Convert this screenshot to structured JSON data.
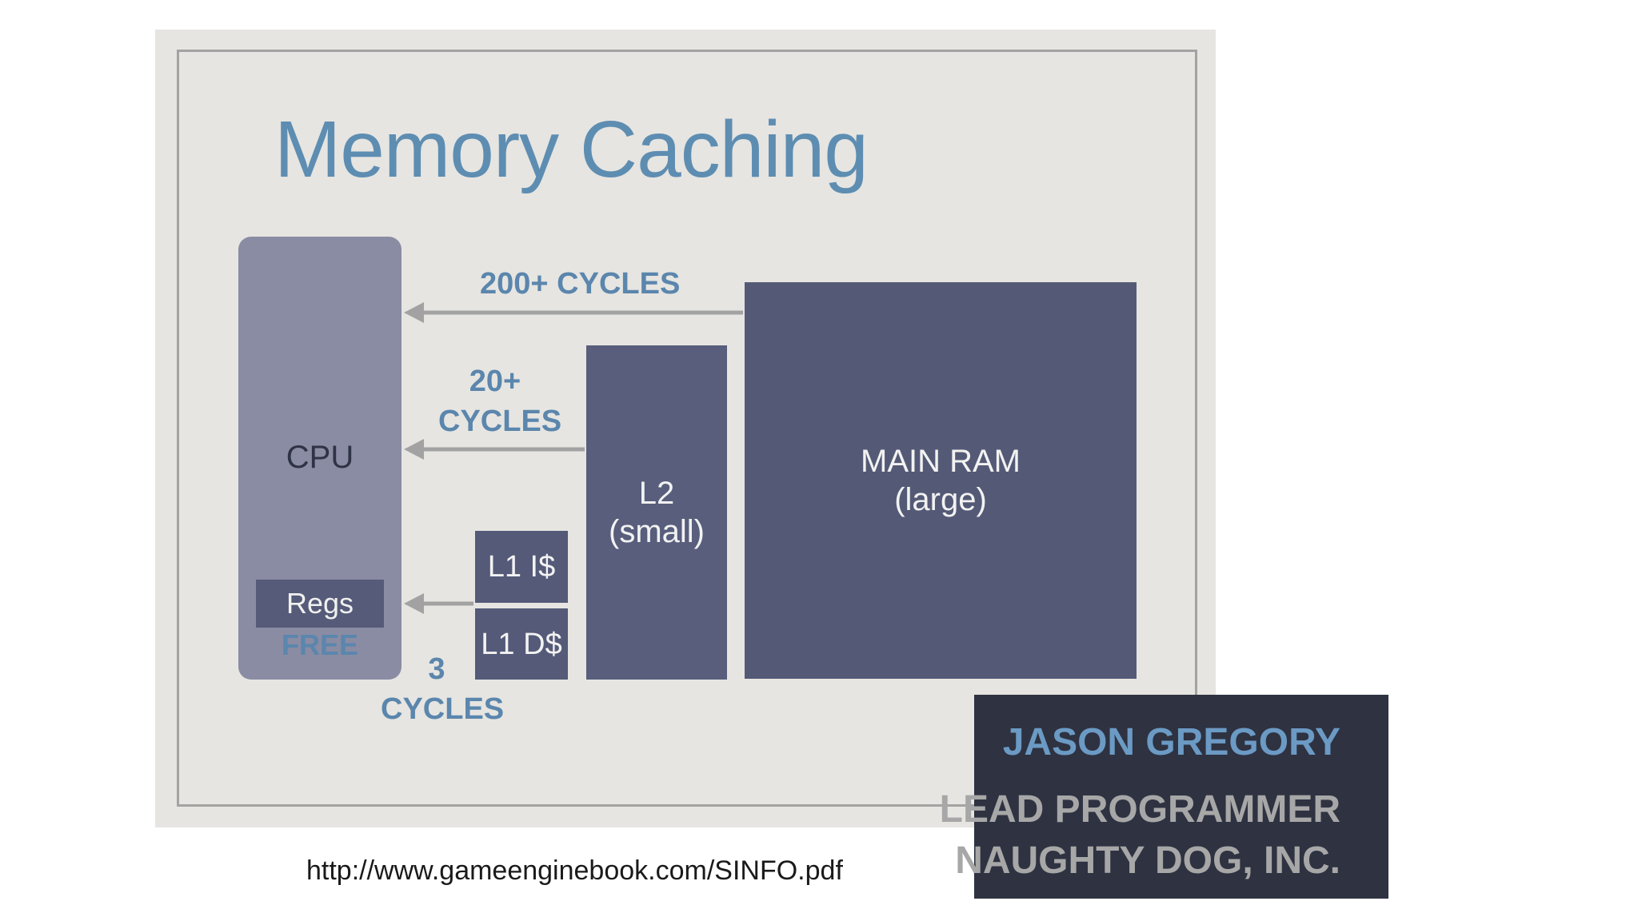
{
  "slide": {
    "title": "Memory Caching",
    "cpu": {
      "label": "CPU",
      "regs_label": "Regs",
      "regs_note": "FREE"
    },
    "l1": {
      "instruction_label": "L1 I$",
      "data_label": "L1 D$"
    },
    "l2": {
      "line1": "L2",
      "line2": "(small)"
    },
    "main_ram": {
      "line1": "MAIN RAM",
      "line2": "(large)"
    },
    "latency": {
      "ram": "200+ CYCLES",
      "l2_line1": "20+",
      "l2_line2": "CYCLES",
      "l1_line1": "3",
      "l1_line2": "CYCLES"
    },
    "colors": {
      "title": "#5e8db2",
      "accent_text": "#5b86ad",
      "memory_blocks": "#545a76",
      "cpu": "#8a8ca3",
      "arrow": "#a2a2a2"
    }
  },
  "speaker": {
    "name": "JASON GREGORY",
    "role": "LEAD PROGRAMMER",
    "company": "NAUGHTY DOG, INC."
  },
  "source_url": "http://www.gameenginebook.com/SINFO.pdf"
}
